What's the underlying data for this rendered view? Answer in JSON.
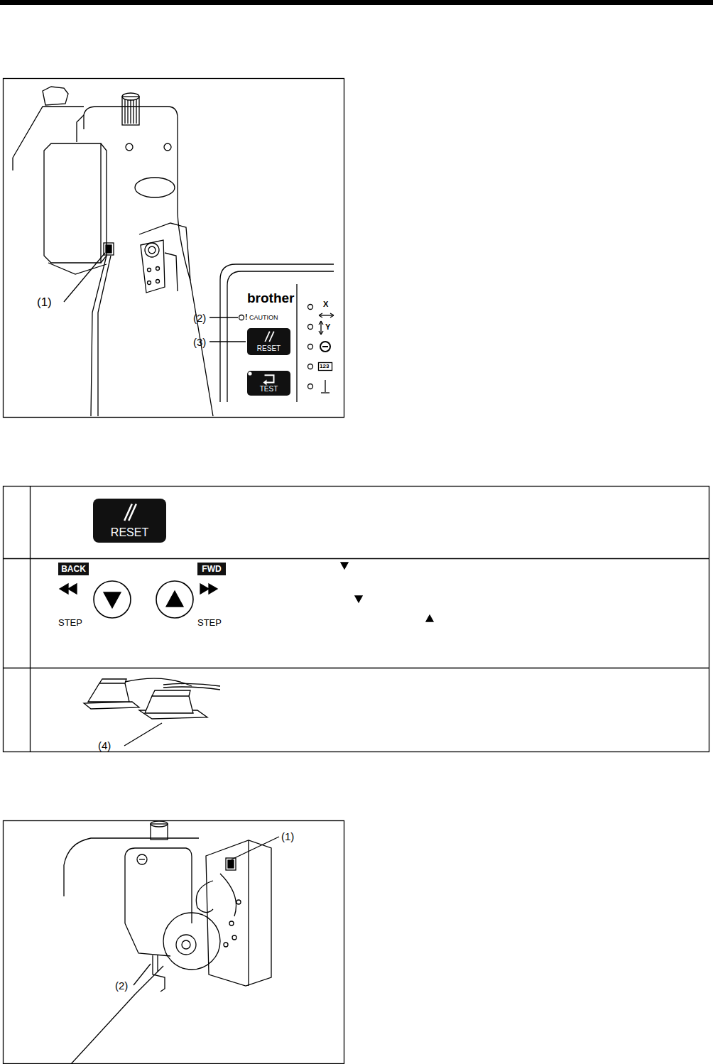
{
  "diagram": {
    "nodes": [
      {
        "text": [
          "RESET"
        ]
      },
      {
        "text": [
          "TEST"
        ]
      },
      {
        "text": [
          "RESET"
        ]
      },
      {
        "text": [
          "BACK"
        ]
      },
      {
        "text": [
          "FWD"
        ]
      }
    ],
    "labels": [
      "(1)",
      "(2)",
      "!",
      "CAUTION",
      "(3)",
      "brother",
      "X",
      "Y",
      "123",
      "STEP",
      "STEP",
      "(4)",
      "(1)",
      "(2)"
    ]
  }
}
